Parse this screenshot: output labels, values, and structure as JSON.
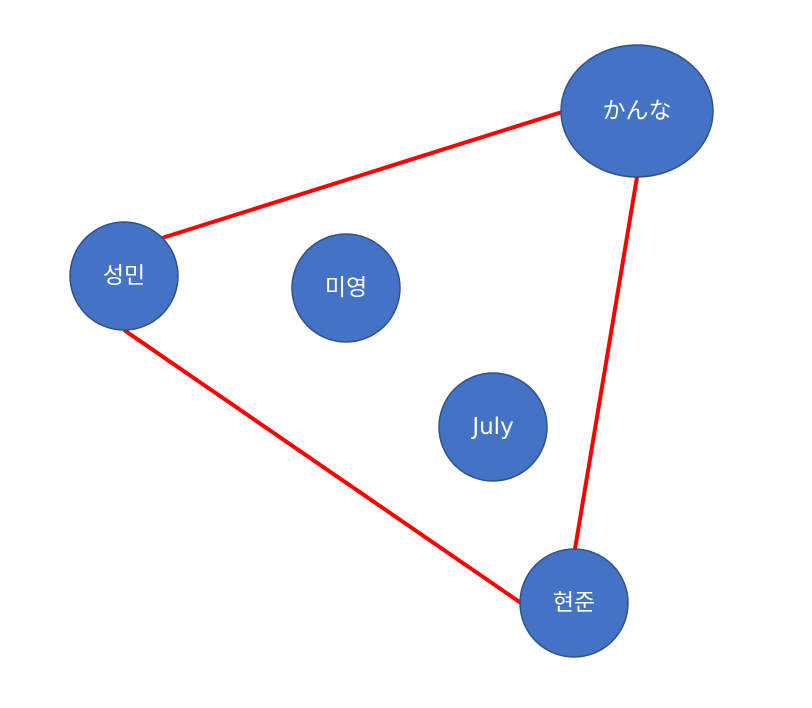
{
  "diagram": {
    "nodes": [
      {
        "id": "kanna",
        "label": "かんな"
      },
      {
        "id": "seongmin",
        "label": "성민"
      },
      {
        "id": "miyoung",
        "label": "미영"
      },
      {
        "id": "july",
        "label": "July"
      },
      {
        "id": "hyeonjun",
        "label": "현준"
      }
    ],
    "edges": [
      {
        "from": "seongmin",
        "to": "kanna"
      },
      {
        "from": "kanna",
        "to": "hyeonjun"
      },
      {
        "from": "seongmin",
        "to": "hyeonjun"
      }
    ],
    "colors": {
      "node_fill": "#4472C4",
      "node_stroke": "#2F528F",
      "edge": "#FF0000",
      "label": "#FFFFFF"
    }
  }
}
